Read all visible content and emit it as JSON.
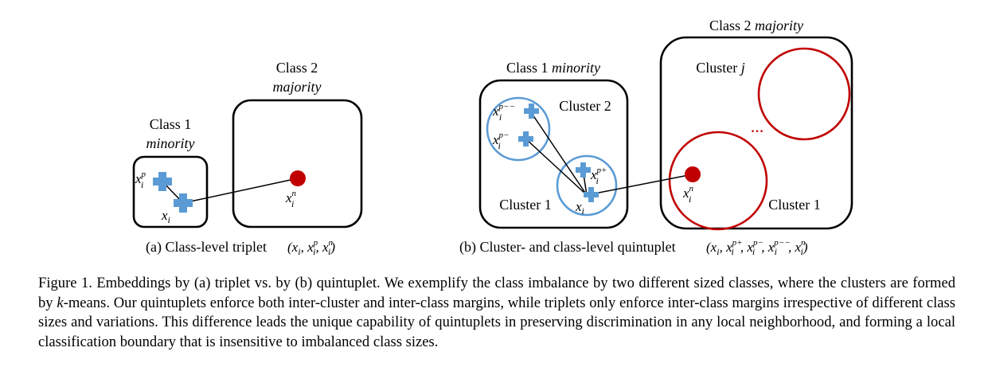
{
  "panel_a": {
    "class1_line1": "Class 1",
    "class1_line2": "minority",
    "class2_line1": "Class 2",
    "class2_line2": "majority",
    "point_xp_base": "x",
    "point_xp_sub": "i",
    "point_xp_sup": "p",
    "point_x_base": "x",
    "point_x_sub": "i",
    "point_xn_base": "x",
    "point_xn_sub": "i",
    "point_xn_sup": "n",
    "caption_text": "(a) Class-level triplet",
    "caption_math": "(xi, xip, xin)"
  },
  "panel_b": {
    "class1_plain": "Class 1 ",
    "class1_italic": "minority",
    "class2_plain": "Class 2 ",
    "class2_italic": "majority",
    "cluster2_label": "Cluster 2",
    "cluster1_left_label": "Cluster 1",
    "clusterj_plain": "Cluster ",
    "clusterj_italic": "j",
    "cluster1_right_label": "Cluster 1",
    "ellipsis": "...",
    "point_xpmm_sup": "p−−",
    "point_xpm_sup": "p−",
    "point_xpp_sup": "p+",
    "point_xn_sup": "n",
    "base": "x",
    "sub": "i",
    "caption_text": "(b) Cluster- and class-level quintuplet",
    "caption_math": "(xi, xip+, xip−, xip−−, xin)"
  },
  "colors": {
    "minority_blue": "#5b9bd5",
    "majority_red": "#c00000",
    "box_black": "#000000"
  },
  "icons": {
    "minority_point": "plus-marker",
    "majority_point": "circle-marker"
  },
  "caption": {
    "p1": "Figure 1. Embeddings by (a) triplet vs. by (b) quintuplet. We exemplify the class imbalance by two different sized classes, where the clusters are formed by ",
    "k": "k",
    "p2": "-means. Our quintuplets enforce both inter-cluster and inter-class margins, while triplets only enforce inter-class margins irrespective of different class sizes and variations. This difference leads the unique capability of quintuplets in preserving discrimination in any local neighborhood, and forming a local classification boundary that is insensitive to imbalanced class sizes."
  }
}
